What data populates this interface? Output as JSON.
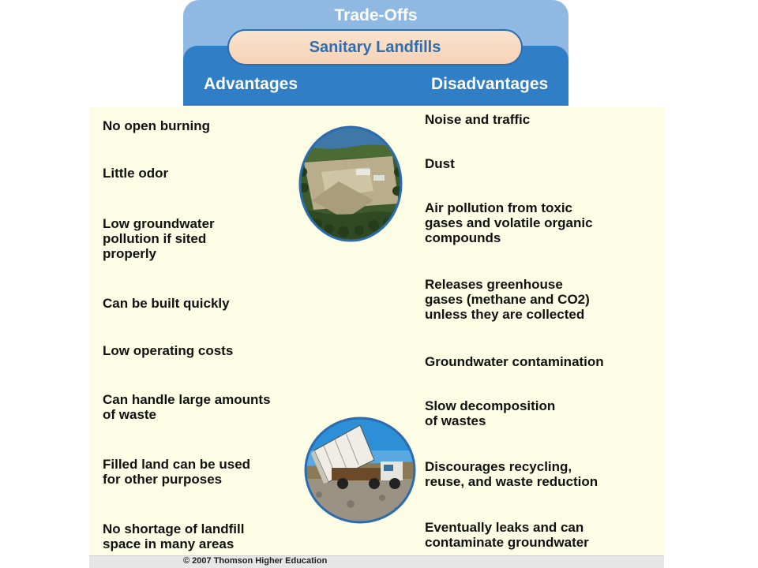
{
  "header": {
    "title": "Trade-Offs",
    "subtitle": "Sanitary Landfills",
    "advantages_label": "Advantages",
    "disadvantages_label": "Disadvantages"
  },
  "advantages": [
    "No open burning",
    "Little odor",
    "Low groundwater\npollution if sited\nproperly",
    "Can be built quickly",
    "Low operating costs",
    "Can handle large amounts\nof waste",
    "Filled land can be used\nfor other purposes",
    "No shortage of landfill\nspace in many areas"
  ],
  "disadvantages": [
    "Noise and traffic",
    "Dust",
    "Air pollution from toxic\ngases and volatile organic\ncompounds",
    "Releases greenhouse\ngases (methane and CO2)\nunless they are collected",
    "Groundwater contamination",
    "Slow decomposition\nof wastes",
    "Discourages recycling,\nreuse, and waste reduction",
    "Eventually leaks and can\ncontaminate groundwater"
  ],
  "footer": {
    "copyright": "© 2007 Thomson Higher Education"
  },
  "colors": {
    "header_light": "#8fb8e3",
    "header_dark": "#2f7ec6",
    "panel": "#fdfde5",
    "pill": "#f5d2b7"
  }
}
